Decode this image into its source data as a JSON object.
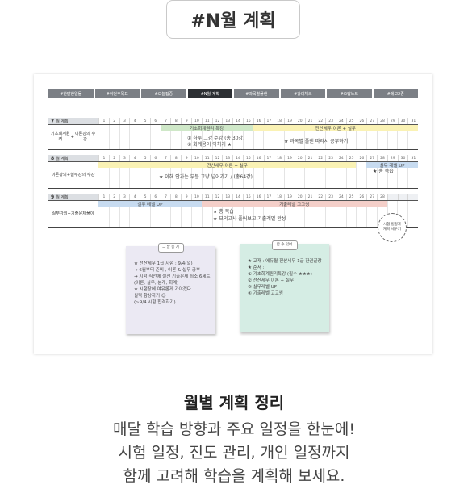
{
  "badge": {
    "title": "#N월 계획"
  },
  "planner": {
    "tabs": [
      {
        "label": "#한달한일들",
        "active": false
      },
      {
        "label": "#이번주목표",
        "active": false
      },
      {
        "label": "#오늘집중",
        "active": false
      },
      {
        "label": "#N월 계획",
        "active": true
      },
      {
        "label": "#과목별플랜",
        "active": false
      },
      {
        "label": "#강의체크",
        "active": false
      },
      {
        "label": "#오답노트",
        "active": false
      },
      {
        "label": "#메모2종",
        "active": false
      }
    ],
    "month_word": "월 계획",
    "months": [
      {
        "num": "7",
        "side_lines": [
          "기초회계원리",
          "+",
          "이론강의 수강"
        ],
        "bars": [
          {
            "text": "기초회계원리 특강",
            "color": "green",
            "start": 7,
            "end": 15
          },
          {
            "text": "전산세무 이론 + 실무",
            "color": "yellow",
            "start": 16,
            "end": 31
          }
        ],
        "notes": [
          "① 하루 그강 수강 (총 30강)",
          "② 회계용어 익히기 ★",
          "★ 과목별 플랜 따라서 공부하기"
        ]
      },
      {
        "num": "8",
        "side_lines": [
          "이론강의",
          "+",
          "실무강의 수강"
        ],
        "bars": [
          {
            "text": "전산세무 이론 + 실무",
            "color": "yellow",
            "start": 1,
            "end": 25
          },
          {
            "text": "실무 레벨 UP",
            "color": "blue",
            "start": 27,
            "end": 31
          }
        ],
        "notes": [
          "★ 이해 안가는 부분 그냥 넘어가기 / (총64강)",
          "★ 총 복습"
        ]
      },
      {
        "num": "9",
        "side_lines": [
          "실무강의",
          "+",
          "기출문제풀이"
        ],
        "bars": [
          {
            "text": "실무 레벨 UP",
            "color": "blue",
            "start": 1,
            "end": 10
          },
          {
            "text": "기출레벨 고고씽",
            "color": "pink",
            "start": 11,
            "end": 28
          }
        ],
        "notes": [
          "★ 총 복습",
          "★ 모의고사 풀어보고 기출레벨 완성"
        ],
        "last_day": "28"
      }
    ],
    "days": [
      "1",
      "2",
      "3",
      "4",
      "5",
      "6",
      "7",
      "8",
      "9",
      "10",
      "11",
      "12",
      "13",
      "14",
      "15",
      "16",
      "17",
      "18",
      "19",
      "20",
      "21",
      "22",
      "23",
      "24",
      "25",
      "26",
      "27",
      "28",
      "29",
      "30",
      "31"
    ],
    "stamp": [
      "시험 일정과",
      "계획 세우기"
    ],
    "sticky_left": {
      "tape": "그 날 중 거",
      "lines": [
        "★ 전산세무 1급 시험 : 9/4(일)",
        "→ 6월부터 준비 , 이론 & 실무 공부",
        "→ 시험 직전에 실전 기출문제 최소 6세트",
        "   (이론, 실무, 분개, 회계)",
        "★ 시험장에 여유롭게 가야겠다.",
        "   실력 향상하기 ☺",
        "   (~9/4 시험 합격하기)"
      ]
    },
    "sticky_right": {
      "tape": "합 수 있어",
      "lines": [
        "★ 교재 : 에듀윌 전산세무 1급 한권끝장",
        "★ 순서 :",
        "① 기초회계원리특강 (필수 ★★★)",
        "② 전산세무 이론 + 실무",
        "③ 실무레벨 UP",
        "④ 기출레벨 고고씽"
      ]
    }
  },
  "footer": {
    "title": "월별 계획 정리",
    "lines": [
      "매달 학습 방향과 주요 일정을 한눈에!",
      "시험 일정, 진도 관리, 개인 일정까지",
      "함께 고려해 학습을 계획해 보세요."
    ]
  }
}
